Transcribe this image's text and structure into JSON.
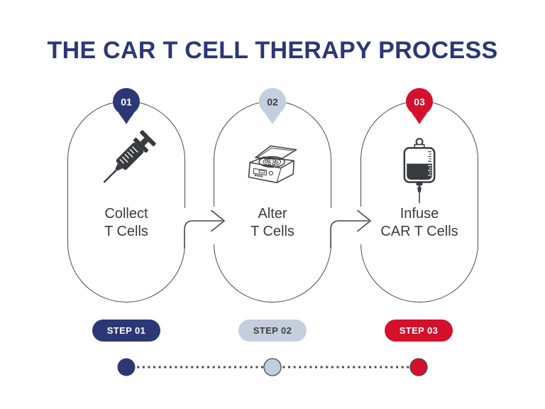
{
  "title": "THE CAR T CELL THERAPY PROCESS",
  "colors": {
    "navy": "#2c3875",
    "light_blue": "#c3cedf",
    "red": "#d4102c",
    "outline": "#4a4a4a",
    "body_text": "#3b3b3b"
  },
  "steps": [
    {
      "number": "01",
      "icon": "syringe-icon",
      "label_line1": "Collect",
      "label_line2": "T Cells",
      "pill": "STEP 01"
    },
    {
      "number": "02",
      "icon": "centrifuge-icon",
      "label_line1": "Alter",
      "label_line2": "T Cells",
      "pill": "STEP 02"
    },
    {
      "number": "03",
      "icon": "iv-bag-icon",
      "label_line1": "Infuse",
      "label_line2": "CAR T Cells",
      "pill": "STEP 03"
    }
  ]
}
